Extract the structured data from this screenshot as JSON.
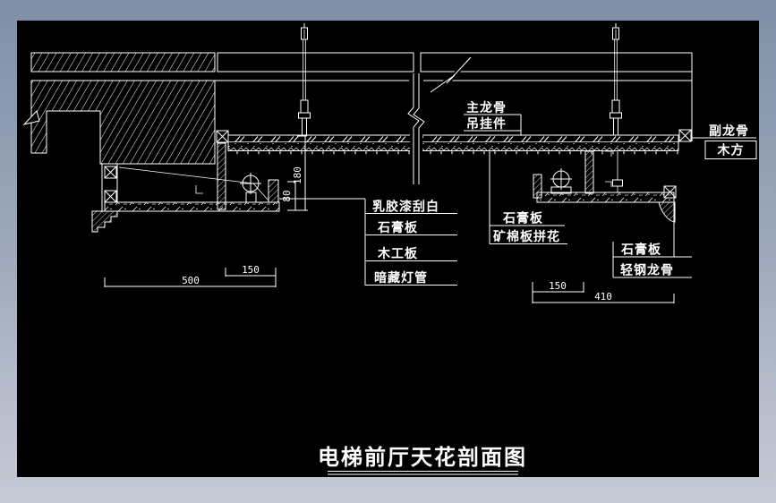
{
  "viewer": {
    "margin_gradient_top": "#7e8ea6",
    "margin_gradient_bottom": "#c5cad5",
    "canvas_color": "#000000",
    "line_color": "#ffffff"
  },
  "title": "电梯前厅天花剖面图",
  "callouts": {
    "main_runner": "主龙骨",
    "hanger_part": "吊挂件",
    "secondary_runner": "副龙骨",
    "wood_block": "木方",
    "left_stack": [
      "乳胶漆刮白",
      "石膏板",
      "木工板",
      "暗藏灯管"
    ],
    "center_stack": [
      "石膏板",
      "矿棉板拼花"
    ],
    "right_stack": [
      "石膏板",
      "轻钢龙骨"
    ]
  },
  "dimensions": {
    "left_width_inner": "150",
    "left_width_total": "500",
    "right_width_inner": "150",
    "right_width_total": "410",
    "trough_depth": "80",
    "drop_height": "180"
  }
}
